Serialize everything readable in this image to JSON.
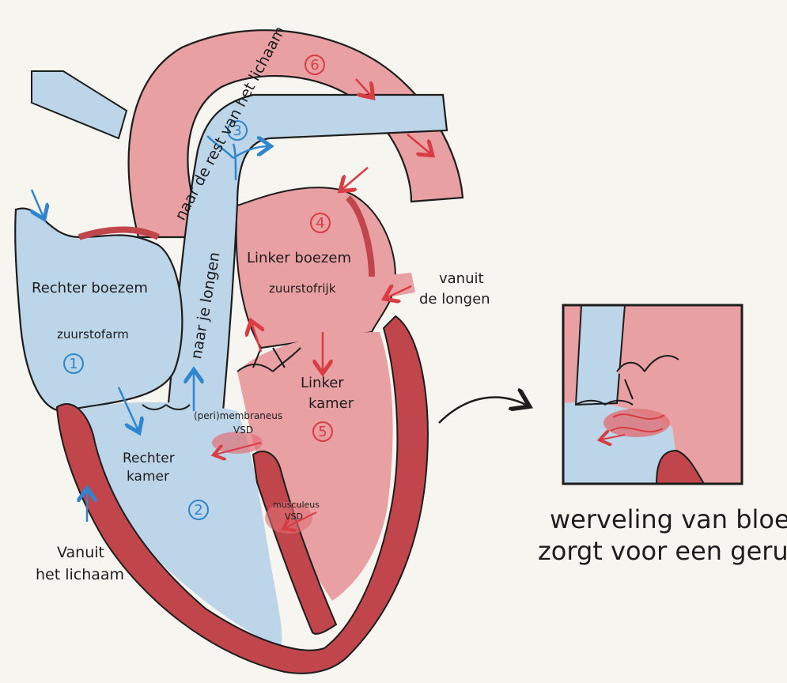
{
  "labels": {
    "rest_body": "naar de rest van het lichaam",
    "lungs_out": "naar je longen",
    "right_atrium": "Rechter boezem",
    "oxygen_poor": "zuurstofarm",
    "left_atrium": "Linker boezem",
    "oxygen_rich": "zuurstofrijk",
    "from_lungs_1": "vanuit",
    "from_lungs_2": "de longen",
    "left_ventricle_1": "Linker",
    "left_ventricle_2": "kamer",
    "right_ventricle_1": "Rechter",
    "right_ventricle_2": "kamer",
    "vsd_membranous_1": "(peri)membraneus",
    "vsd_membranous_2": "VSD",
    "vsd_muscular_1": "musculeus",
    "vsd_muscular_2": "VSD",
    "from_body_1": "Vanuit",
    "from_body_2": "het lichaam"
  },
  "numbers": {
    "n1": "1",
    "n2": "2",
    "n3": "3",
    "n4": "4",
    "n5": "5",
    "n6": "6"
  },
  "caption": {
    "line1": "werveling van bloed",
    "line2": "zorgt voor een geruis"
  },
  "colors": {
    "oxygen_rich": "#e8a0a3",
    "oxygen_poor": "#bcd5e8",
    "muscle": "#c0464c",
    "arrow_red": "#d93c42",
    "arrow_blue": "#2f86cf",
    "outline": "#1d1d1d"
  }
}
